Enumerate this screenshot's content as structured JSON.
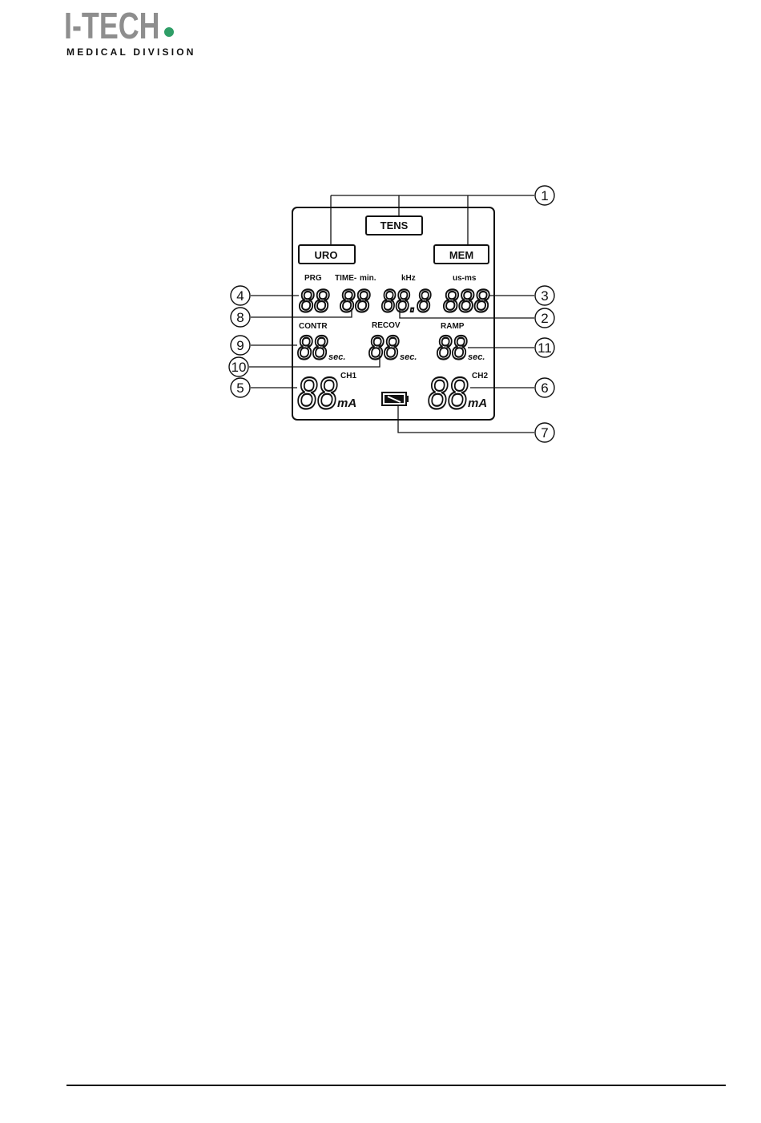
{
  "logo": {
    "brand": "I-TECH",
    "division": "MEDICAL DIVISION",
    "dot_color": "#2f9e67"
  },
  "display": {
    "mode_boxes": [
      "TENS",
      "URO",
      "MEM"
    ],
    "top_labels": {
      "prg": "PRG",
      "time": "TIME-",
      "time_unit": "min.",
      "khz": "kHz",
      "us_ms": "us-ms"
    },
    "row1_digits": {
      "prg": "88",
      "time": "88",
      "freq": "88.8",
      "width": "888"
    },
    "row2_labels": {
      "contr": "CONTR",
      "recov": "RECOV",
      "ramp": "RAMP"
    },
    "row2_digits": {
      "contr": "88",
      "recov": "88",
      "ramp": "88"
    },
    "sec_unit": "sec.",
    "ch_labels": {
      "ch1": "CH1",
      "ch2": "CH2"
    },
    "ch_digits": {
      "ch1": "88",
      "ch2": "88"
    },
    "ma_unit": "mA",
    "battery_icon": "battery-icon"
  },
  "callouts": [
    "1",
    "2",
    "3",
    "4",
    "5",
    "6",
    "7",
    "8",
    "9",
    "10",
    "11"
  ]
}
